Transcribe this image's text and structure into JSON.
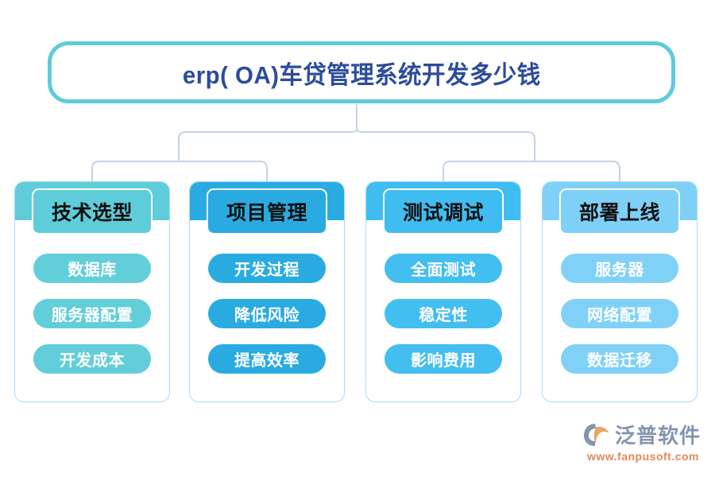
{
  "title": {
    "text": "erp(  OA)车贷管理系统开发多少钱",
    "border_color": "#5FCBD8",
    "text_color": "#2B4B9B"
  },
  "connector_color": "#C5D2E3",
  "columns": [
    {
      "header": "技术选型",
      "color": "#5FCDD9",
      "pill_color": "#62CEDA",
      "items": [
        "数据库",
        "服务器配置",
        "开发成本"
      ]
    },
    {
      "header": "项目管理",
      "color": "#29ABE2",
      "pill_color": "#29ABE2",
      "items": [
        "开发过程",
        "降低风险",
        "提高效率"
      ]
    },
    {
      "header": "测试调试",
      "color": "#3FBDF0",
      "pill_color": "#42BEF0",
      "items": [
        "全面测试",
        "稳定性",
        "影响费用"
      ]
    },
    {
      "header": "部署上线",
      "color": "#7FD0F7",
      "pill_color": "#80D1F7",
      "items": [
        "服务器",
        "网络配置",
        "数据迁移"
      ]
    }
  ],
  "logo": {
    "name": "泛普软件",
    "url": "www.fanpusoft.com",
    "name_color": "#8494AE",
    "url_color": "#E08A5A"
  }
}
